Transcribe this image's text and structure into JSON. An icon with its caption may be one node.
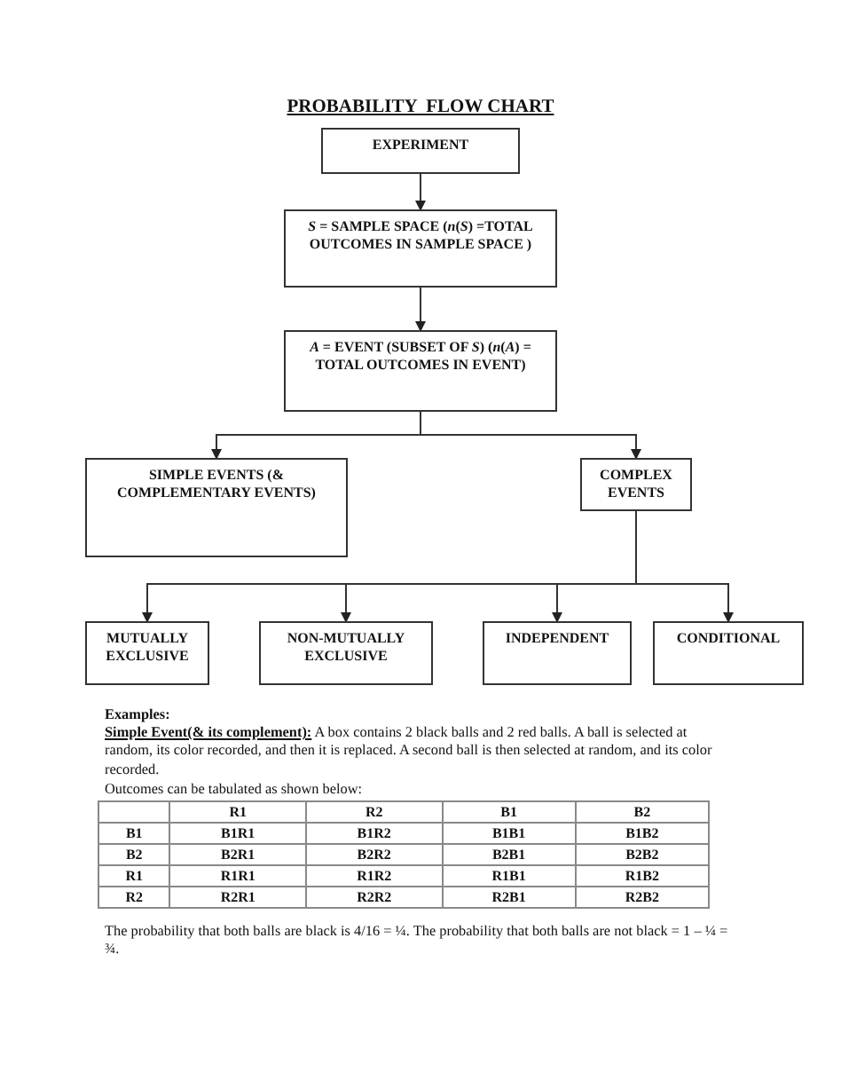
{
  "diagram": {
    "title": "PROBABILITY  FLOW CHART",
    "nodes": [
      {
        "text": [
          "EXPERIMENT"
        ]
      },
      {
        "text": [
          "*S* = SAMPLE SPACE (*n*(*S*) =TOTAL OUTCOMES IN SAMPLE SPACE )"
        ]
      },
      {
        "text": [
          "*A*  = EVENT (SUBSET OF *S*) (*n*(*A*) = TOTAL OUTCOMES IN EVENT)"
        ]
      },
      {
        "text": [
          "SIMPLE EVENTS (& COMPLEMENTARY EVENTS)"
        ]
      },
      {
        "text": [
          "COMPLEX EVENTS"
        ]
      },
      {
        "text": [
          "MUTUALLY EXCLUSIVE"
        ]
      },
      {
        "text": [
          "NON-MUTUALLY EXCLUSIVE"
        ]
      },
      {
        "text": [
          "INDEPENDENT"
        ]
      },
      {
        "text": [
          "CONDITIONAL"
        ]
      }
    ],
    "edges": [
      {
        "from": 0,
        "to": 1,
        "arrow": "to"
      },
      {
        "from": 1,
        "to": 2,
        "arrow": "to"
      },
      {
        "from": 2,
        "to": 3,
        "arrow": "to"
      },
      {
        "from": 2,
        "to": 4,
        "arrow": "to"
      },
      {
        "from": 4,
        "to": 5,
        "arrow": "to"
      },
      {
        "from": 4,
        "to": 6,
        "arrow": "to"
      },
      {
        "from": 4,
        "to": 7,
        "arrow": "to"
      },
      {
        "from": 4,
        "to": 8,
        "arrow": "to"
      }
    ],
    "labels": [
      "Examples:",
      "**Simple Event(& its complement):** A box contains 2 black balls and 2 red balls. A ball is selected at random, its color recorded, and then it is replaced. A second ball is then selected at random, and its color recorded.",
      "Outcomes can be tabulated as shown below:",
      "R1",
      "R2",
      "B1",
      "B2",
      "B1",
      "B1R1",
      "B1R2",
      "B1B1",
      "B1B2",
      "B2",
      "B2R1",
      "B2R2",
      "B2B1",
      "B2B2",
      "R1",
      "R1R1",
      "R1R2",
      "R1B1",
      "R1B2",
      "R2",
      "R2R1",
      "R2R2",
      "R2B1",
      "R2B2",
      "The probability that both balls are black is 4/16  =  ¼. The probability that both balls are not black  = 1 – ¼  = ¾."
    ]
  }
}
